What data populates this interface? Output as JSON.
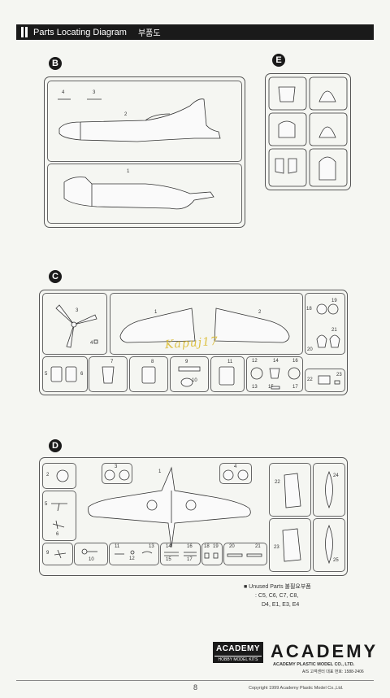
{
  "header": {
    "title": "Parts Locating Diagram",
    "subtitle": "부품도"
  },
  "sections": {
    "B": {
      "letter": "B",
      "labels": [
        "4",
        "3",
        "2",
        "1"
      ]
    },
    "E": {
      "letter": "E"
    },
    "C": {
      "letter": "C",
      "labels": [
        "3",
        "4",
        "1",
        "2",
        "18",
        "19",
        "20",
        "21",
        "5",
        "6",
        "7",
        "8",
        "9",
        "10",
        "11",
        "12",
        "14",
        "16",
        "13",
        "15",
        "17",
        "22",
        "23"
      ]
    },
    "D": {
      "letter": "D",
      "labels": [
        "2",
        "3",
        "1",
        "4",
        "22",
        "24",
        "5",
        "6",
        "23",
        "25",
        "9",
        "10",
        "11",
        "12",
        "13",
        "14",
        "15",
        "16",
        "17",
        "18",
        "19",
        "20",
        "21"
      ]
    }
  },
  "watermark": "Kapuj17",
  "unused_parts": {
    "heading": "■ Unused  Parts  불필요부품",
    "line1": ": C5,  C6,  C7,  C8,",
    "line2": "D4,  E1,  E3,  E4"
  },
  "brand": {
    "logo_top": "ACADEMY",
    "logo_bottom": "HOBBY MODEL KITS",
    "wordmark": "ACADEMY",
    "company": "ACADEMY PLASTIC MODEL CO., LTD.",
    "customer_service": "A/S 고객센터 대표 번호: 1588-2406"
  },
  "footer": {
    "page_number": "8",
    "copyright": "Copyright 1999 Academy Plastic Model Co.,Ltd."
  }
}
